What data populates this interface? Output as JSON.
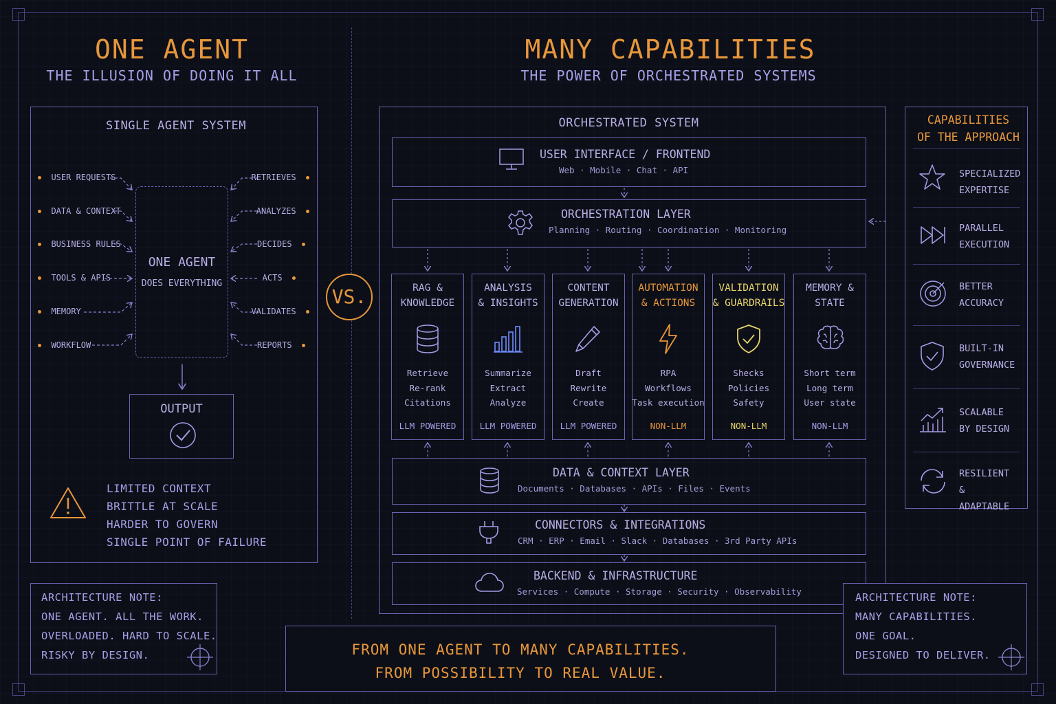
{
  "left": {
    "title": "ONE AGENT",
    "subtitle": "THE ILLUSION OF DOING IT ALL",
    "panel_title": "SINGLE AGENT SYSTEM",
    "inputs": [
      "USER REQUESTS",
      "DATA & CONTEXT",
      "BUSINESS RULES",
      "TOOLS & APIS",
      "MEMORY",
      "WORKFLOW"
    ],
    "outputs": [
      "RETRIEVES",
      "ANALYZES",
      "DECIDES",
      "ACTS",
      "VALIDATES",
      "REPORTS"
    ],
    "agent_title": "ONE AGENT",
    "agent_sub": "DOES EVERYTHING",
    "output_label": "OUTPUT",
    "warnings": [
      "LIMITED CONTEXT",
      "BRITTLE AT SCALE",
      "HARDER TO GOVERN",
      "SINGLE POINT OF FAILURE"
    ]
  },
  "vs": "VS.",
  "right": {
    "title": "MANY CAPABILITIES",
    "subtitle": "THE POWER OF ORCHESTRATED SYSTEMS",
    "panel_title": "ORCHESTRATED SYSTEM",
    "ui_layer": {
      "title": "USER INTERFACE / FRONTEND",
      "sub": "Web · Mobile · Chat · API"
    },
    "orch_layer": {
      "title": "ORCHESTRATION LAYER",
      "sub": "Planning · Routing · Coordination · Monitoring"
    },
    "modules": [
      {
        "title1": "RAG &",
        "title2": "KNOWLEDGE",
        "items": [
          "Retrieve",
          "Re-rank",
          "Citations"
        ],
        "tag": "LLM POWERED",
        "icon": "database-icon"
      },
      {
        "title1": "ANALYSIS",
        "title2": "& INSIGHTS",
        "items": [
          "Summarize",
          "Extract",
          "Analyze"
        ],
        "tag": "LLM POWERED",
        "icon": "bar-chart-icon"
      },
      {
        "title1": "CONTENT",
        "title2": "GENERATION",
        "items": [
          "Draft",
          "Rewrite",
          "Create"
        ],
        "tag": "LLM POWERED",
        "icon": "pencil-icon"
      },
      {
        "title1": "AUTOMATION",
        "title2": "& ACTIONS",
        "items": [
          "RPA",
          "Workflows",
          "Task execution"
        ],
        "tag": "NON-LLM",
        "icon": "lightning-icon"
      },
      {
        "title1": "VALIDATION",
        "title2": "& GUARDRAILS",
        "items": [
          "Shecks",
          "Policies",
          "Safety"
        ],
        "tag": "NON-LLM",
        "icon": "shield-check-icon"
      },
      {
        "title1": "MEMORY &",
        "title2": "STATE",
        "items": [
          "Short term",
          "Long term",
          "User state"
        ],
        "tag": "NON-LLM",
        "icon": "brain-icon"
      }
    ],
    "data_layer": {
      "title": "DATA & CONTEXT LAYER",
      "sub": "Documents · Databases · APIs · Files · Events"
    },
    "conn_layer": {
      "title": "CONNECTORS & INTEGRATIONS",
      "sub": "CRM · ERP · Email · Slack · Databases · 3rd Party APIs"
    },
    "backend_layer": {
      "title": "BACKEND & INFRASTRUCTURE",
      "sub": "Services · Compute · Storage · Security · Observability"
    }
  },
  "capabilities": {
    "title1": "CAPABILITIES",
    "title2": "OF THE APPROACH",
    "items": [
      {
        "l1": "SPECIALIZED",
        "l2": "EXPERTISE",
        "icon": "star-icon"
      },
      {
        "l1": "PARALLEL",
        "l2": "EXECUTION",
        "icon": "fast-forward-icon"
      },
      {
        "l1": "BETTER",
        "l2": "ACCURACY",
        "icon": "target-icon"
      },
      {
        "l1": "BUILT-IN",
        "l2": "GOVERNANCE",
        "icon": "shield-icon"
      },
      {
        "l1": "SCALABLE",
        "l2": "BY DESIGN",
        "icon": "growth-chart-icon"
      },
      {
        "l1": "RESILIENT &",
        "l2": "ADAPTABLE",
        "icon": "refresh-icon"
      }
    ]
  },
  "notes": {
    "left": [
      "ARCHITECTURE NOTE:",
      "ONE AGENT. ALL THE WORK.",
      "OVERLOADED. HARD TO SCALE.",
      "RISKY BY DESIGN."
    ],
    "right": [
      "ARCHITECTURE NOTE:",
      "MANY CAPABILITIES.",
      "ONE GOAL.",
      "DESIGNED TO DELIVER."
    ]
  },
  "footer": {
    "line1": "FROM ONE AGENT TO MANY CAPABILITIES.",
    "line2": "FROM POSSIBILITY TO REAL VALUE."
  },
  "colors": {
    "accent": "#e8973c",
    "line": "#6d62b3",
    "text": "#b7aee6",
    "highlight": "#e6d36a",
    "background": "#0c0f17"
  }
}
